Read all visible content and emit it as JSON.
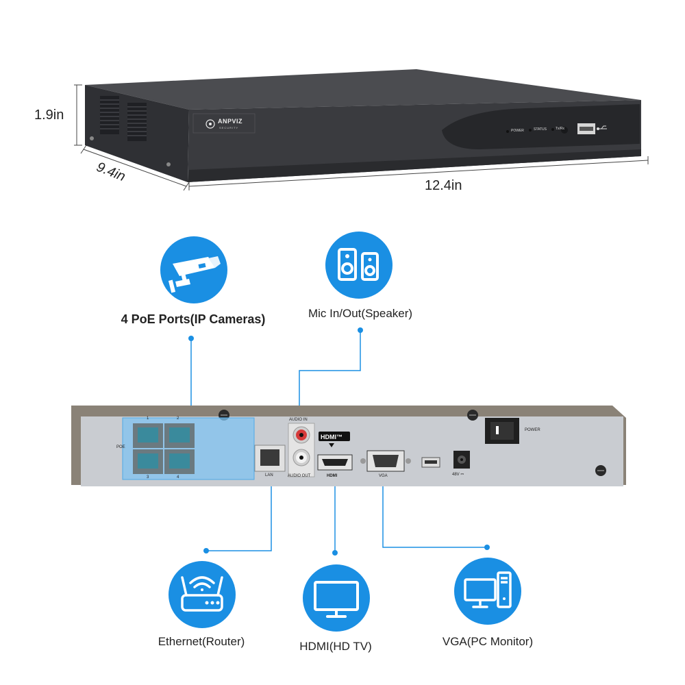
{
  "dimensions": {
    "height": "1.9in",
    "depth": "9.4in",
    "width": "12.4in"
  },
  "front_panel": {
    "brand": "ANPVIZ",
    "brand_sub": "SECURITY",
    "led_power": "POWER",
    "led_status": "STATUS",
    "led_txrx": "Tx/Rx"
  },
  "rear_panel": {
    "poe": "POE",
    "port_numbers": [
      "1",
      "2",
      "3",
      "4"
    ],
    "audio_in": "AUDIO IN",
    "audio_out": "AUDIO OUT",
    "lan": "LAN",
    "hdmi_logo": "HDMI™",
    "hdmi_port": "HDMI",
    "vga": "VGA",
    "power_in": "48V ⎓",
    "power_switch": "POWER"
  },
  "features": {
    "poe": "4 PoE Ports(IP Cameras)",
    "audio": "Mic In/Out(Speaker)",
    "ethernet": "Ethernet(Router)",
    "hdmi": "HDMI(HD TV)",
    "vga": "VGA(PC Monitor)"
  },
  "colors": {
    "accent": "#1a8fe3",
    "device_body": "#3a3b3f",
    "rear_plate": "#c9ccd1",
    "rear_frame": "#8a8277",
    "highlight": "#7fc3f0"
  },
  "icons": [
    "cctv-camera-icon",
    "speaker-icon",
    "router-icon",
    "tv-monitor-icon",
    "pc-monitor-icon"
  ]
}
